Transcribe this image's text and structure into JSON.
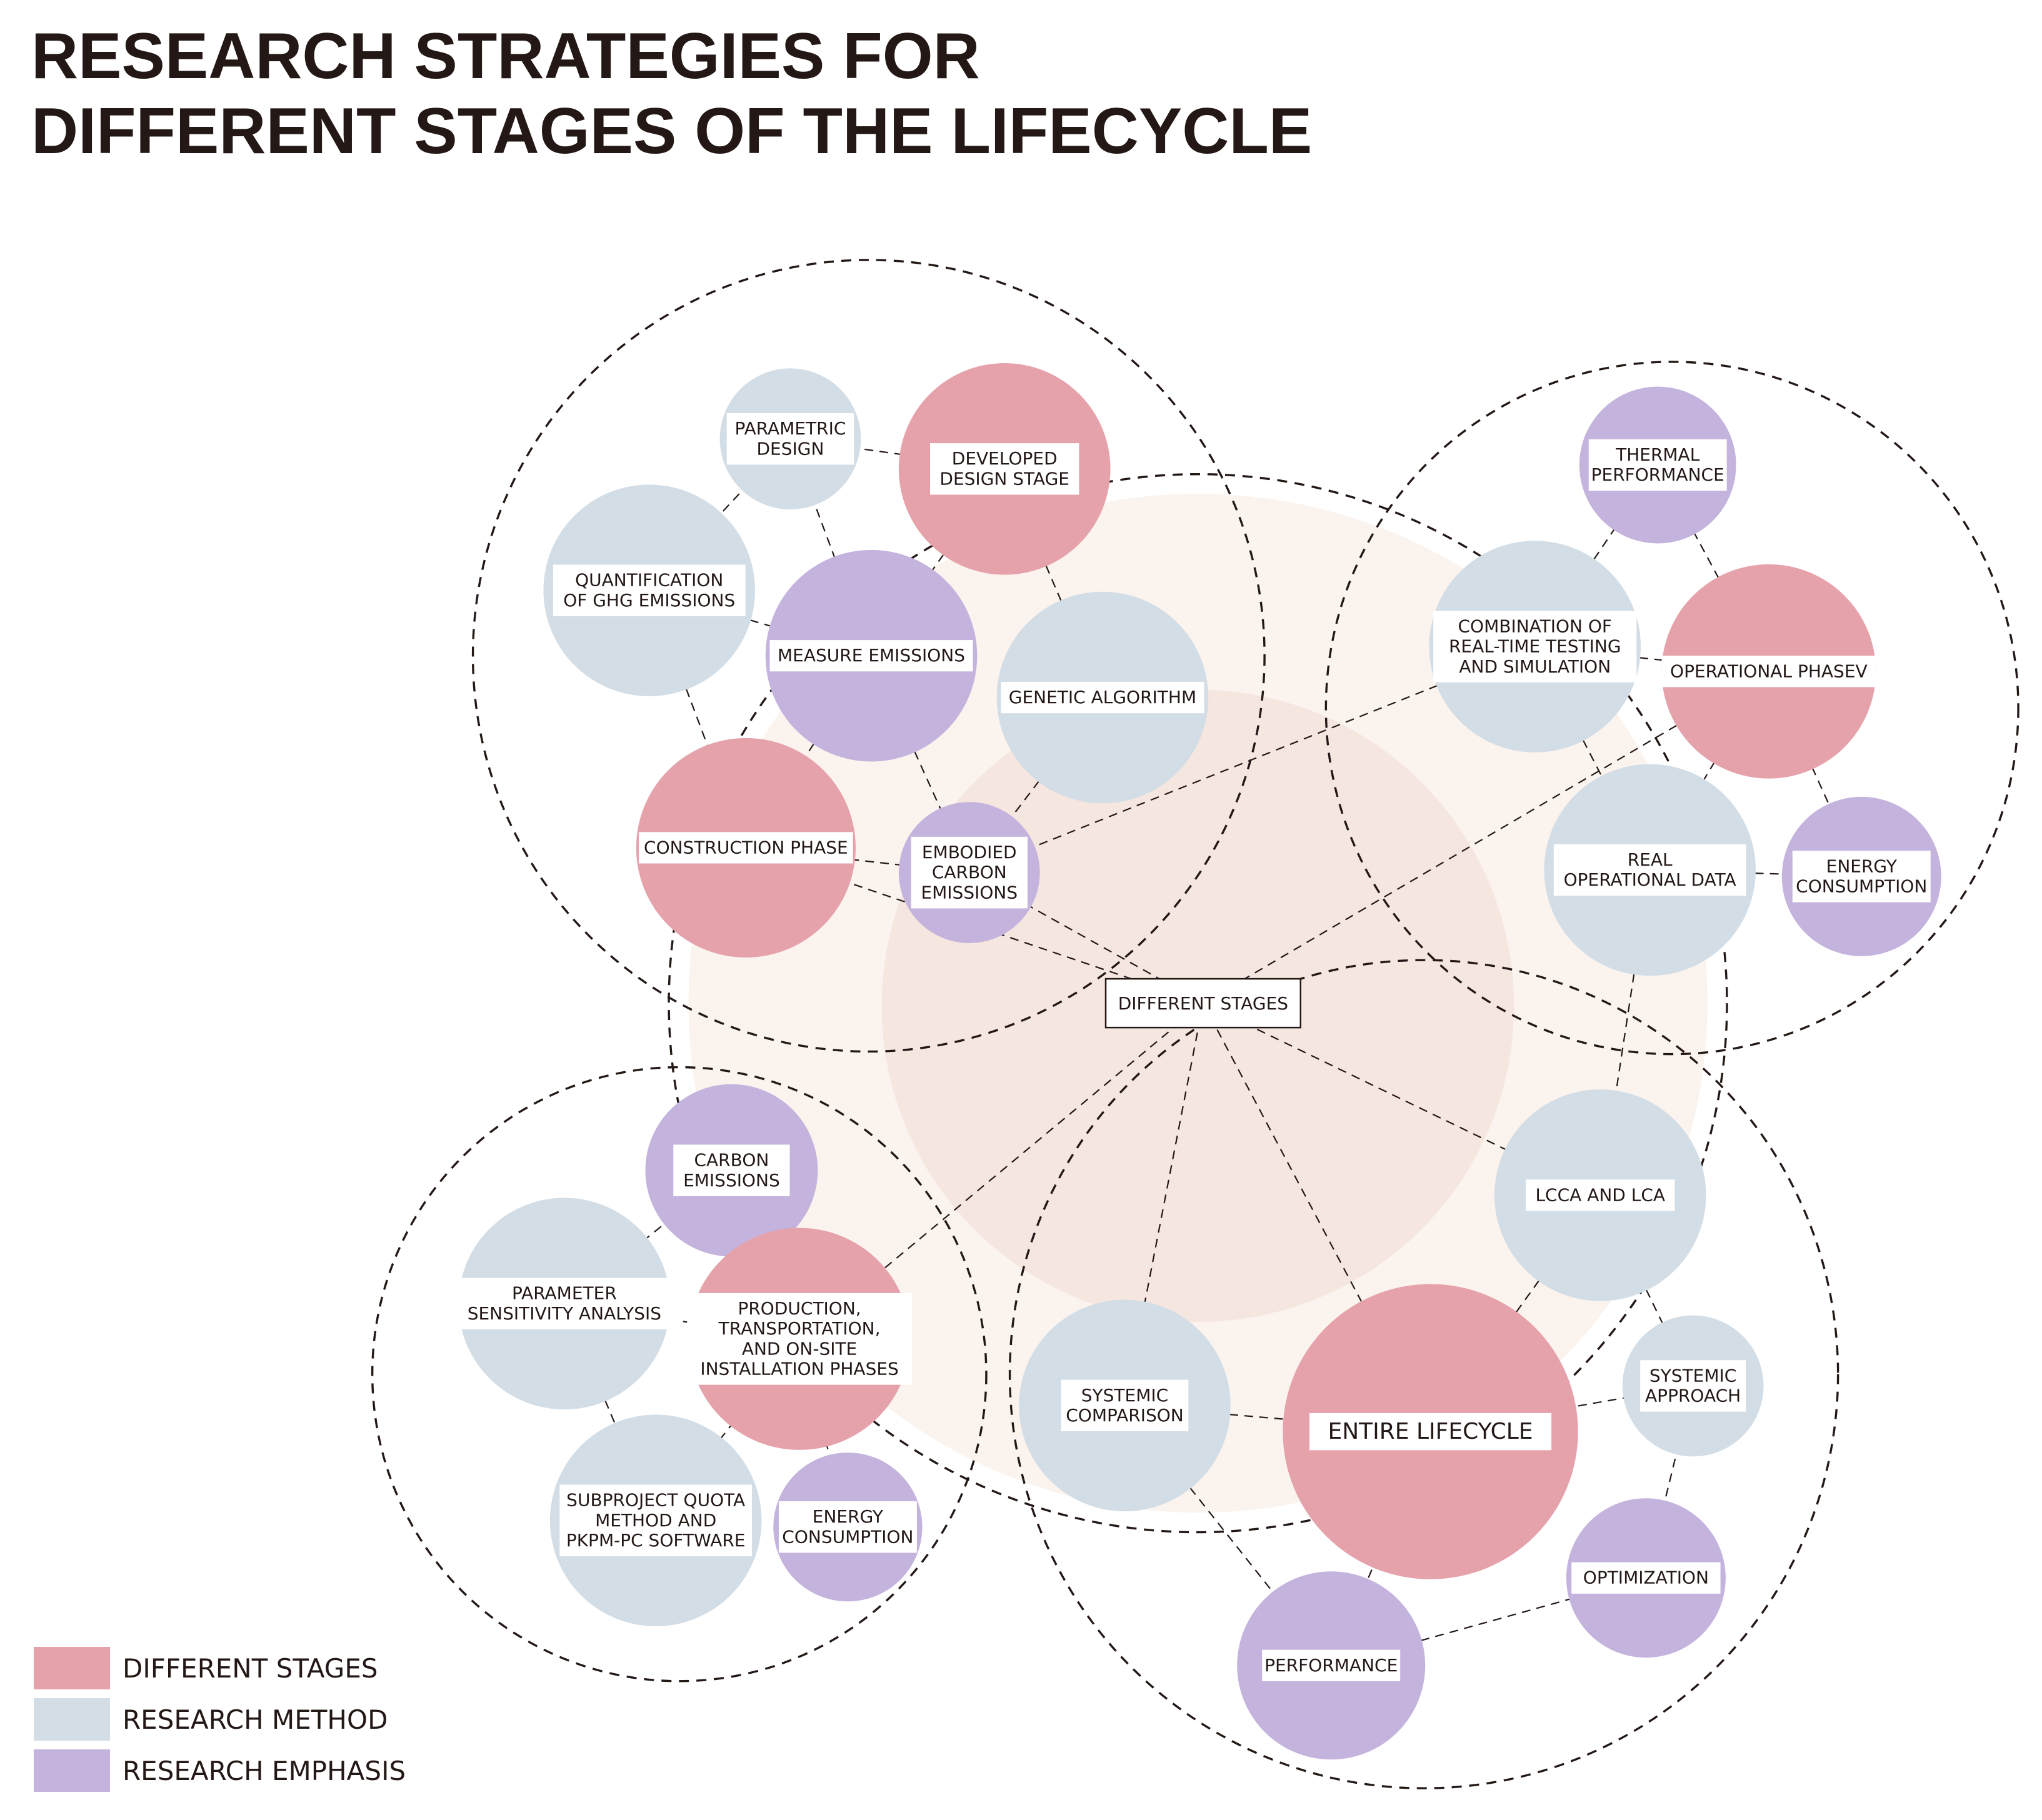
{
  "title": {
    "line1": "RESEARCH STRATEGIES FOR",
    "line2": "DIFFERENT STAGES OF THE LIFECYCLE"
  },
  "colors": {
    "stage": "#e5a2ab",
    "method": "#d2dde6",
    "emphasis": "#c4b3dd",
    "halo_outer": "#fbf3ee",
    "halo_inner": "#f5e6df",
    "text": "#231815"
  },
  "center": {
    "label": "DIFFERENT STAGES"
  },
  "nodes": [
    {
      "id": "parametric-design",
      "category": "method",
      "lines": [
        "PARAMETRIC",
        "DESIGN"
      ]
    },
    {
      "id": "developed-design-stage",
      "category": "stage",
      "lines": [
        "DEVELOPED",
        "DESIGN STAGE"
      ]
    },
    {
      "id": "quantification-ghg",
      "category": "method",
      "lines": [
        "QUANTIFICATION",
        "OF GHG EMISSIONS"
      ]
    },
    {
      "id": "measure-emissions",
      "category": "emphasis",
      "lines": [
        "MEASURE EMISSIONS"
      ]
    },
    {
      "id": "genetic-algorithm",
      "category": "method",
      "lines": [
        "GENETIC ALGORITHM"
      ]
    },
    {
      "id": "construction-phase",
      "category": "stage",
      "lines": [
        "CONSTRUCTION PHASE"
      ]
    },
    {
      "id": "embodied-carbon",
      "category": "emphasis",
      "lines": [
        "EMBODIED",
        "CARBON",
        "EMISSIONS"
      ]
    },
    {
      "id": "thermal-performance",
      "category": "emphasis",
      "lines": [
        "THERMAL",
        "PERFORMANCE"
      ]
    },
    {
      "id": "combination-testing",
      "category": "method",
      "lines": [
        "COMBINATION OF",
        "REAL-TIME TESTING",
        "AND SIMULATION"
      ]
    },
    {
      "id": "operational-phase",
      "category": "stage",
      "lines": [
        "OPERATIONAL PHASEV"
      ]
    },
    {
      "id": "real-operational-data",
      "category": "method",
      "lines": [
        "REAL",
        "OPERATIONAL DATA"
      ]
    },
    {
      "id": "energy-consumption-right",
      "category": "emphasis",
      "lines": [
        "ENERGY",
        "CONSUMPTION"
      ]
    },
    {
      "id": "carbon-emissions",
      "category": "emphasis",
      "lines": [
        "CARBON",
        "EMISSIONS"
      ]
    },
    {
      "id": "parameter-sensitivity",
      "category": "method",
      "lines": [
        "PARAMETER",
        "SENSITIVITY ANALYSIS"
      ]
    },
    {
      "id": "production-transport",
      "category": "stage",
      "lines": [
        "PRODUCTION,",
        "TRANSPORTATION,",
        "AND ON-SITE",
        "INSTALLATION PHASES"
      ]
    },
    {
      "id": "subproject-quota",
      "category": "method",
      "lines": [
        "SUBPROJECT QUOTA",
        "METHOD AND",
        "PKPM-PC SOFTWARE"
      ]
    },
    {
      "id": "energy-consumption-left",
      "category": "emphasis",
      "lines": [
        "ENERGY",
        "CONSUMPTION"
      ]
    },
    {
      "id": "lcca-lca",
      "category": "method",
      "lines": [
        "LCCA AND LCA"
      ]
    },
    {
      "id": "systemic-comparison",
      "category": "method",
      "lines": [
        "SYSTEMIC",
        "COMPARISON"
      ]
    },
    {
      "id": "entire-lifecycle",
      "category": "stage",
      "lines": [
        "ENTIRE LIFECYCLE"
      ]
    },
    {
      "id": "systemic-approach",
      "category": "method",
      "lines": [
        "SYSTEMIC",
        "APPROACH"
      ]
    },
    {
      "id": "optimization",
      "category": "emphasis",
      "lines": [
        "OPTIMIZATION"
      ]
    },
    {
      "id": "performance",
      "category": "emphasis",
      "lines": [
        "PERFORMANCE"
      ]
    }
  ],
  "legend": [
    {
      "category": "stage",
      "label": "DIFFERENT STAGES"
    },
    {
      "category": "method",
      "label": "RESEARCH METHOD"
    },
    {
      "category": "emphasis",
      "label": "RESEARCH EMPHASIS"
    }
  ]
}
